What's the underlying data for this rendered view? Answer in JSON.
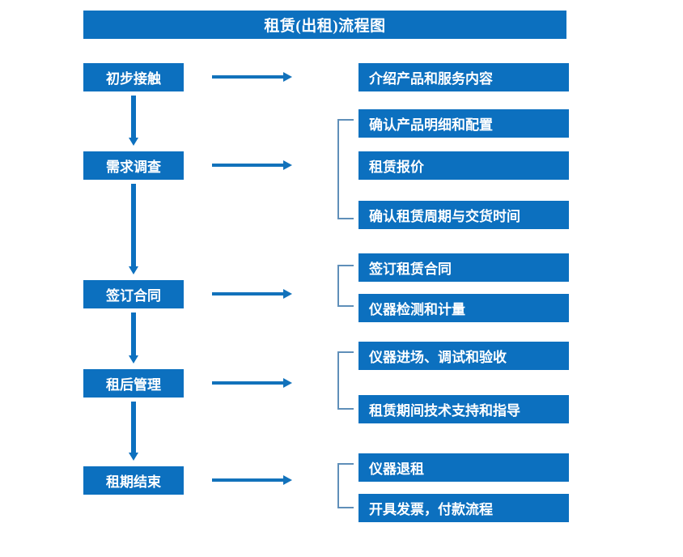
{
  "title": "租赁(出租)流程图",
  "theme": {
    "box_fill": "#0c70bf",
    "box_text": "#ffffff",
    "arrow": "#1272bb",
    "bracket": "#5f8fb9",
    "background": "#ffffff"
  },
  "stages": [
    {
      "id": "initial-contact",
      "label": "初步接触",
      "details": [
        "介绍产品和服务内容"
      ]
    },
    {
      "id": "demand-survey",
      "label": "需求调查",
      "details": [
        "确认产品明细和配置",
        "租赁报价",
        "确认租赁周期与交货时间"
      ]
    },
    {
      "id": "sign-contract",
      "label": "签订合同",
      "details": [
        "签订租赁合同",
        "仪器检测和计量"
      ]
    },
    {
      "id": "post-rental-management",
      "label": "租后管理",
      "details": [
        "仪器进场、调试和验收",
        "租赁期间技术支持和指导"
      ]
    },
    {
      "id": "lease-end",
      "label": "租期结束",
      "details": [
        "仪器退租",
        "开具发票，付款流程"
      ]
    }
  ],
  "detail_boxes": {
    "d0": "介绍产品和服务内容",
    "d1": "确认产品明细和配置",
    "d2": "租赁报价",
    "d3": "确认租赁周期与交货时间",
    "d4": "签订租赁合同",
    "d5": "仪器检测和计量",
    "d6": "仪器进场、调试和验收",
    "d7": "租赁期间技术支持和指导",
    "d8": "仪器退租",
    "d9": "开具发票，付款流程"
  }
}
